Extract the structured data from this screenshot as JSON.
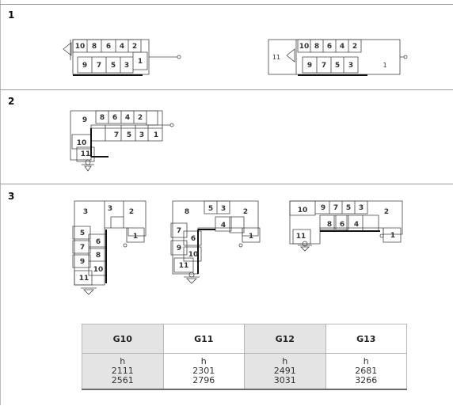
{
  "sections": [
    {
      "number": "1"
    },
    {
      "number": "2"
    },
    {
      "number": "3"
    }
  ],
  "diagrams": {
    "s1a": {
      "labels": [
        "10",
        "8",
        "6",
        "4",
        "2",
        "9",
        "7",
        "5",
        "3",
        "1"
      ]
    },
    "s1b": {
      "labels": [
        "11",
        "10",
        "8",
        "6",
        "4",
        "2",
        "9",
        "7",
        "5",
        "3",
        "1"
      ]
    },
    "s2": {
      "labels": [
        "9",
        "8",
        "6",
        "4",
        "2",
        "7",
        "5",
        "3",
        "1",
        "10",
        "11"
      ]
    },
    "s3a": {
      "labels": [
        "3",
        "3",
        "2",
        "1",
        "5",
        "6",
        "7",
        "8",
        "9",
        "10",
        "11"
      ]
    },
    "s3b": {
      "labels": [
        "8",
        "5",
        "3",
        "2",
        "4",
        "1",
        "7",
        "6",
        "9",
        "10",
        "11"
      ]
    },
    "s3c": {
      "labels": [
        "10",
        "9",
        "7",
        "5",
        "3",
        "2",
        "8",
        "6",
        "4",
        "11",
        "1"
      ]
    }
  },
  "table": {
    "headers": [
      "G10",
      "G11",
      "G12",
      "G13"
    ],
    "columns": [
      {
        "unit": "h",
        "v1": "2111",
        "v2": "2561"
      },
      {
        "unit": "h",
        "v1": "2301",
        "v2": "2796"
      },
      {
        "unit": "h",
        "v1": "2491",
        "v2": "3031"
      },
      {
        "unit": "h",
        "v1": "2681",
        "v2": "3266"
      }
    ]
  }
}
